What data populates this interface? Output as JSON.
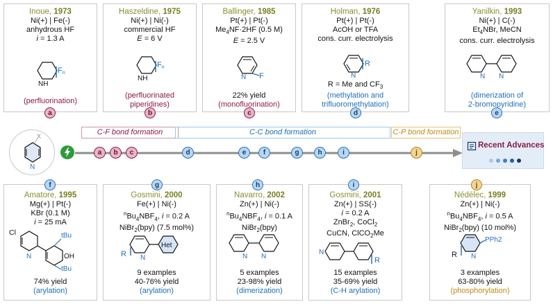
{
  "top_cards": [
    {
      "id": "a",
      "author": "Inoue,",
      "year": "1973",
      "lines": [
        "Ni(+) | Fe(-)",
        "anhydrous HF",
        "i = 1.3 A"
      ],
      "sub": "F",
      "subn": "n",
      "result": [
        "(perfluorination)"
      ],
      "color": "pink"
    },
    {
      "id": "b",
      "author": "Haszeldine,",
      "year": "1975",
      "lines": [
        "Ni(+) | Ni(-)",
        "commercial HF",
        "E = 6 V"
      ],
      "sub": "F",
      "subn": "n",
      "result": [
        "(perfluorinated",
        "piperidines)"
      ],
      "color": "pink"
    },
    {
      "id": "c",
      "author": "Ballinger,",
      "year": "1985",
      "lines": [
        "Pt(+) | Pt(-)",
        "Me4NF·2HF (0.5 M)",
        "E = 2.5 V"
      ],
      "sub": "F",
      "result": [
        "22% yield",
        "(monofluorination)"
      ],
      "color": "pink"
    },
    {
      "id": "d",
      "author": "Holman,",
      "year": "1976",
      "lines": [
        "Pt(+) | Pt(-)",
        "AcOH or TFA",
        "cons. curr. electrolysis"
      ],
      "sub": "R",
      "result": [
        "R = Me and CF3",
        "(methylation and",
        "trifluoromethylation)"
      ],
      "color": "blue"
    },
    {
      "id": "e",
      "author": "Yanilkin,",
      "year": "1993",
      "lines": [
        "Ni(+) | C(-)",
        "Et4NBr, MeCN",
        "cons. curr. electrolysis"
      ],
      "result": [
        "(dimerization of",
        "2-bromopyridine)"
      ],
      "color": "blue"
    }
  ],
  "bottom_cards": [
    {
      "id": "f",
      "author": "Amatore,",
      "year": "1995",
      "lines": [
        "Mg(+) | Pt(-)",
        "KBr (0.1 M)",
        "i = 25 mA"
      ],
      "labels": [
        "Cl",
        "tBu",
        "OH",
        "tBu"
      ],
      "result": [
        "74% yield",
        "(arylation)"
      ],
      "color": "blue"
    },
    {
      "id": "g",
      "author": "Gosmini,",
      "year": "2000",
      "lines": [
        "Fe(+) | Ni(-)",
        "nBu4NBF4, i = 0.2 A",
        "NiBr2(bpy)  (7.5 mol%)"
      ],
      "labels": [
        "Het",
        "R"
      ],
      "result": [
        "9 examples",
        "40-76% yield",
        "(arylation)"
      ],
      "color": "blue"
    },
    {
      "id": "h",
      "author": "Navarro,",
      "year": "2002",
      "lines": [
        "Zn(+) | Ni(-)",
        "nBu4NBF4, i = 0.1 A",
        "NiBr2(bpy)"
      ],
      "result": [
        "5 examples",
        "23-98% yield",
        "(dimerization)"
      ],
      "color": "blue"
    },
    {
      "id": "i",
      "author": "Gosmini,",
      "year": "2001",
      "lines": [
        "Zn(+) | SS(-)",
        "i = 0.2 A",
        "ZnBr2, CoCl2",
        "CuCN, ClCO2Me"
      ],
      "labels": [
        "R"
      ],
      "result": [
        "15 examples",
        "35-69% yield",
        "(C-H arylation)"
      ],
      "color": "blue"
    },
    {
      "id": "j",
      "author": "Nédélec,",
      "year": "1999",
      "lines": [
        "Zn(+) | Ni(-)",
        "nBu4NBF4, i = 0.5 A",
        "NiBr2(bpy) (10 mol%)"
      ],
      "labels": [
        "PPh2",
        "R"
      ],
      "result": [
        "3 examples",
        "63-80% yield",
        "(phosphorylation)"
      ],
      "color": "gold"
    }
  ],
  "sections": {
    "cf": "C-F bond formation",
    "cc": "C-C bond formation",
    "cp": "C-P bond formation"
  },
  "timeline_nodes": [
    "a",
    "b",
    "c",
    "d",
    "e",
    "f",
    "g",
    "h",
    "i",
    "j"
  ],
  "recent": {
    "label": "Recent Advances"
  },
  "center_mol": {
    "label": "X"
  },
  "colors": {
    "pink": "#8b1a4a",
    "blue": "#1e6fb8",
    "gold": "#c28a16",
    "green": "#2e9b3d"
  }
}
